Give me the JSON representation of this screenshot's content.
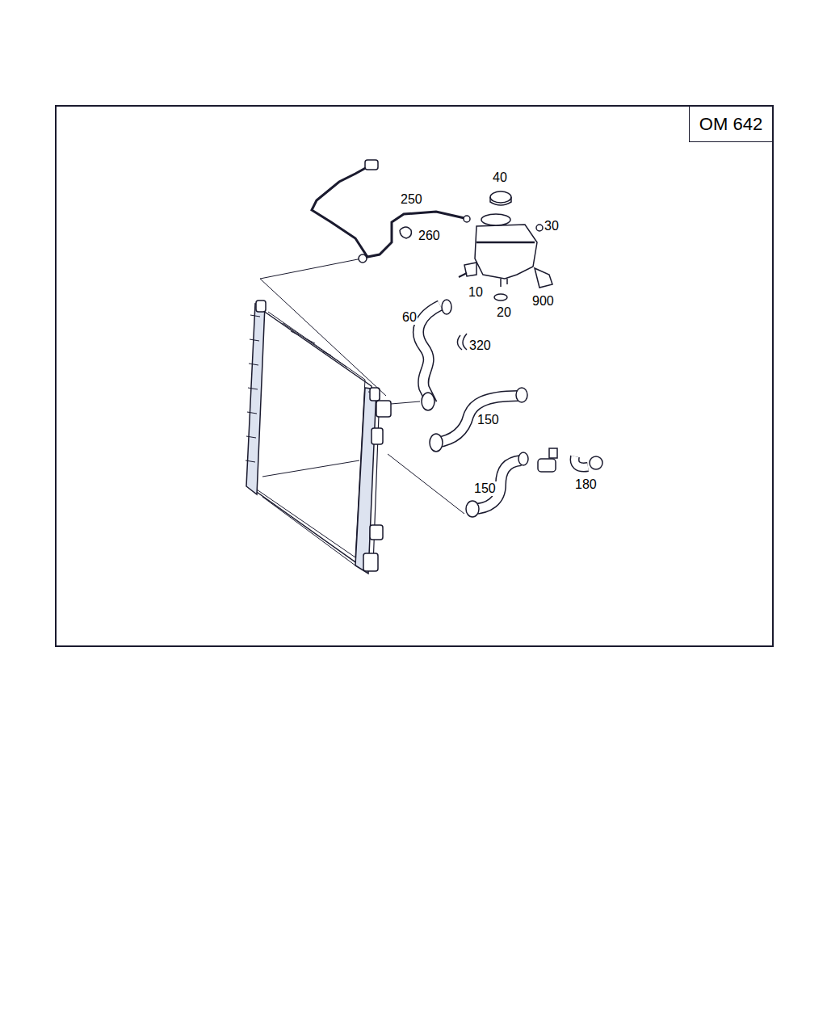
{
  "diagram": {
    "nodes": [
      {
        "text": [
          "OM 642"
        ]
      }
    ],
    "edges": [],
    "labels": [
      "40",
      "250",
      "30",
      "260",
      "10",
      "900",
      "20",
      "60",
      "320",
      "150",
      "180",
      "150"
    ]
  }
}
